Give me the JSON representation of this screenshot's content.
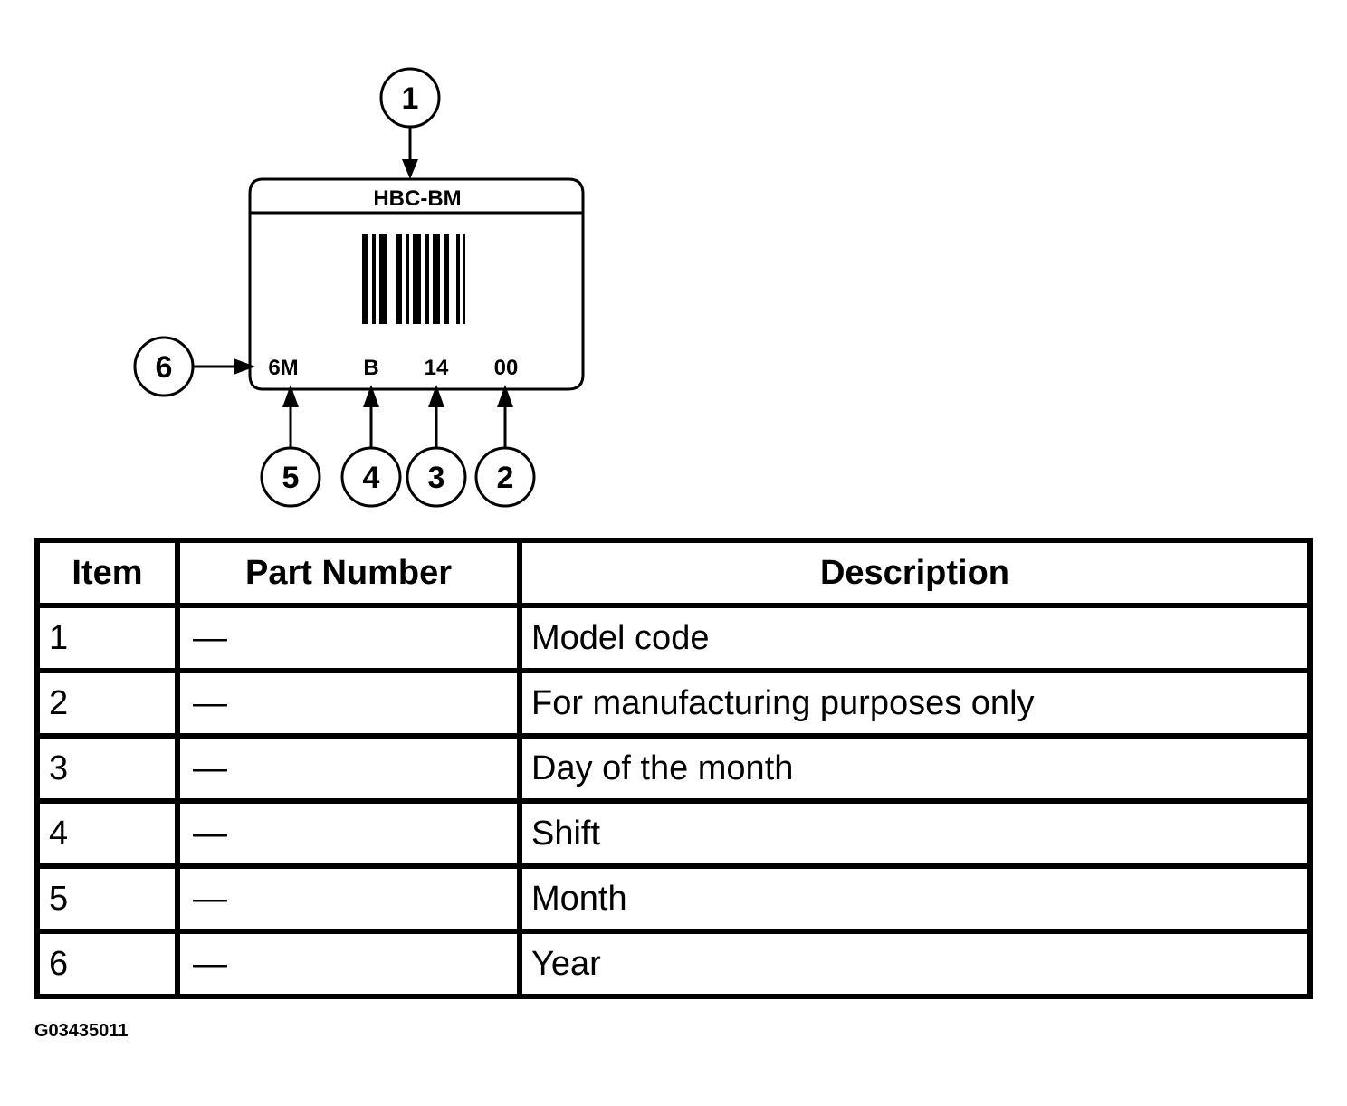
{
  "label": {
    "model_code": "HBC-BM",
    "year": "6M",
    "shift": "B",
    "day": "14",
    "mfg": "00"
  },
  "callouts": [
    {
      "number": "1"
    },
    {
      "number": "2"
    },
    {
      "number": "3"
    },
    {
      "number": "4"
    },
    {
      "number": "5"
    },
    {
      "number": "6"
    }
  ],
  "table": {
    "headers": [
      "Item",
      "Part Number",
      "Description"
    ],
    "rows": [
      {
        "item": "1",
        "part": "—",
        "desc": "Model code"
      },
      {
        "item": "2",
        "part": "—",
        "desc": "For manufacturing purposes only"
      },
      {
        "item": "3",
        "part": "—",
        "desc": "Day of the month"
      },
      {
        "item": "4",
        "part": "—",
        "desc": "Shift"
      },
      {
        "item": "5",
        "part": "—",
        "desc": "Month"
      },
      {
        "item": "6",
        "part": "—",
        "desc": "Year"
      }
    ]
  },
  "figure_id": "G03435011"
}
